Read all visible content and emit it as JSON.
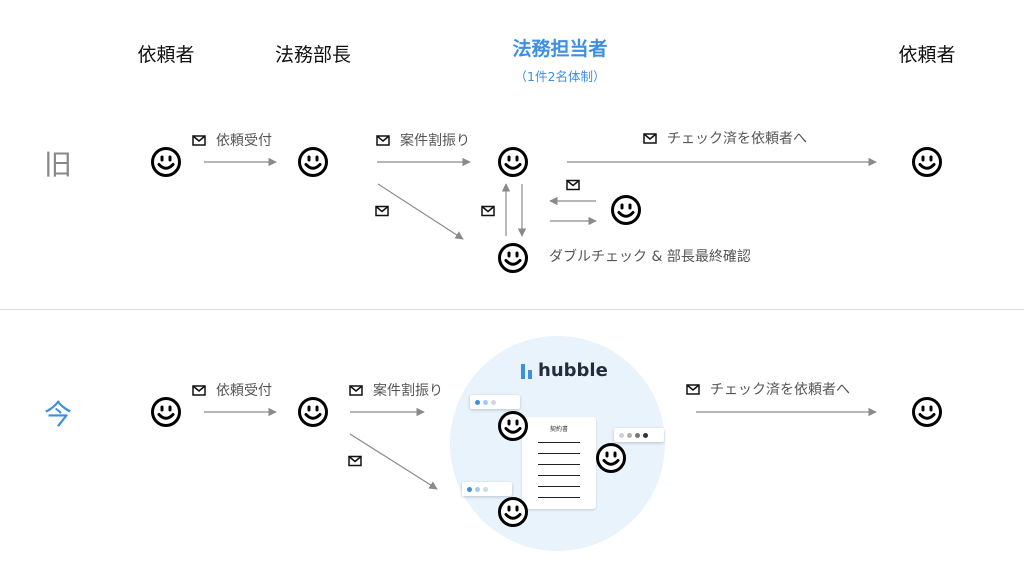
{
  "headers": {
    "requester_left": "依頼者",
    "legal_manager": "法務部長",
    "legal_staff": "法務担当者",
    "legal_staff_sub": "（1件2名体制）",
    "requester_right": "依頼者"
  },
  "rows": {
    "old": {
      "label": "旧",
      "step1": "依頼受付",
      "step2": "案件割振り",
      "step3": "チェック済を依頼者へ",
      "double_check": "ダブルチェック & 部長最終確認"
    },
    "new": {
      "label": "今",
      "step1": "依頼受付",
      "step2": "案件割振り",
      "step3": "チェック済を依頼者へ",
      "logo_text": "hubble",
      "doc_title": "契約書"
    }
  },
  "colors": {
    "accent": "#3d8fe0",
    "arrow": "#8a8a8a",
    "circle_bg": "#e8f3fc",
    "row_old_label": "#888888"
  },
  "icons": [
    "smiley-face-icon",
    "mail-icon",
    "hubble-logo-icon",
    "contract-document-icon"
  ]
}
